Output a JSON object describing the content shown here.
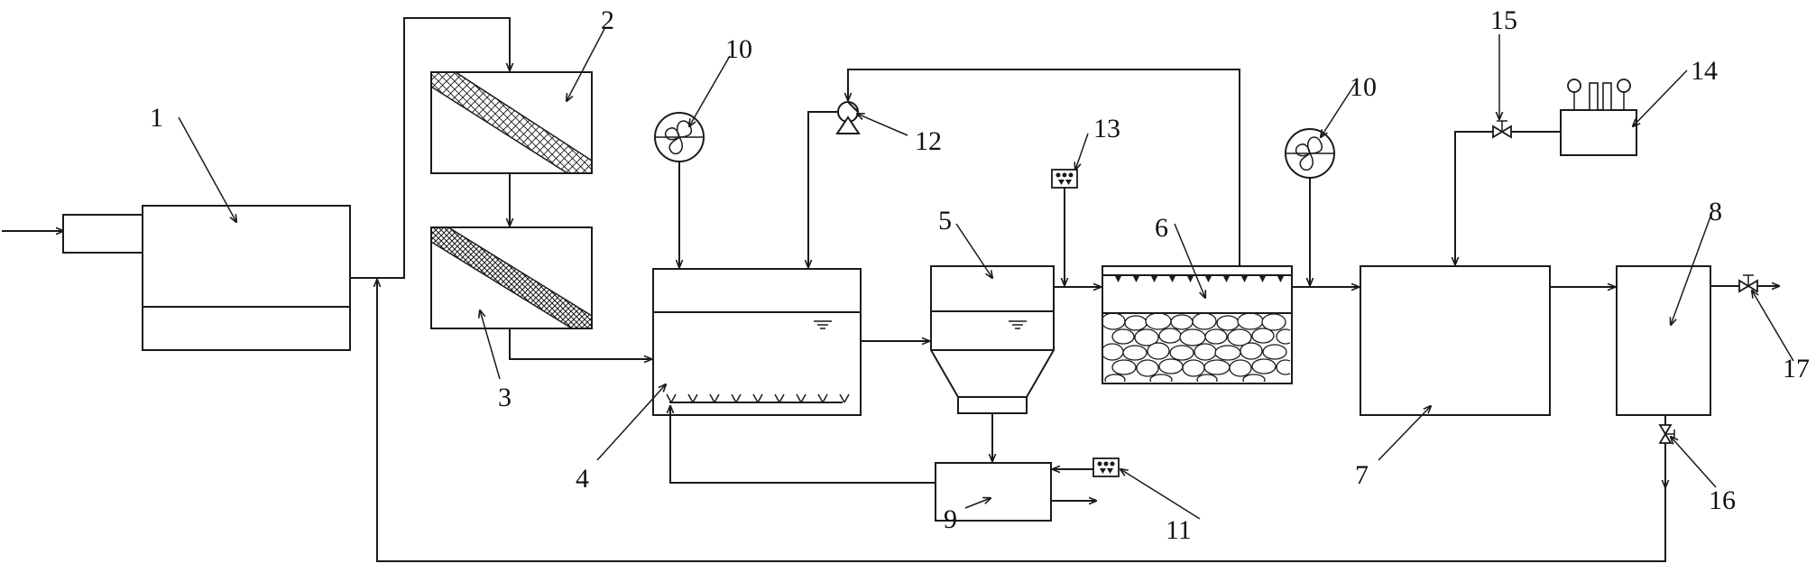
{
  "labels": {
    "n1": "1",
    "n2": "2",
    "n3": "3",
    "n4": "4",
    "n5": "5",
    "n6": "6",
    "n7": "7",
    "n8": "8",
    "n9": "9",
    "n10a": "10",
    "n10b": "10",
    "n11": "11",
    "n12": "12",
    "n13": "13",
    "n14": "14",
    "n15": "15",
    "n16": "16",
    "n17": "17"
  },
  "colors": {
    "stroke": "#1a1a1a",
    "background": "#ffffff"
  }
}
